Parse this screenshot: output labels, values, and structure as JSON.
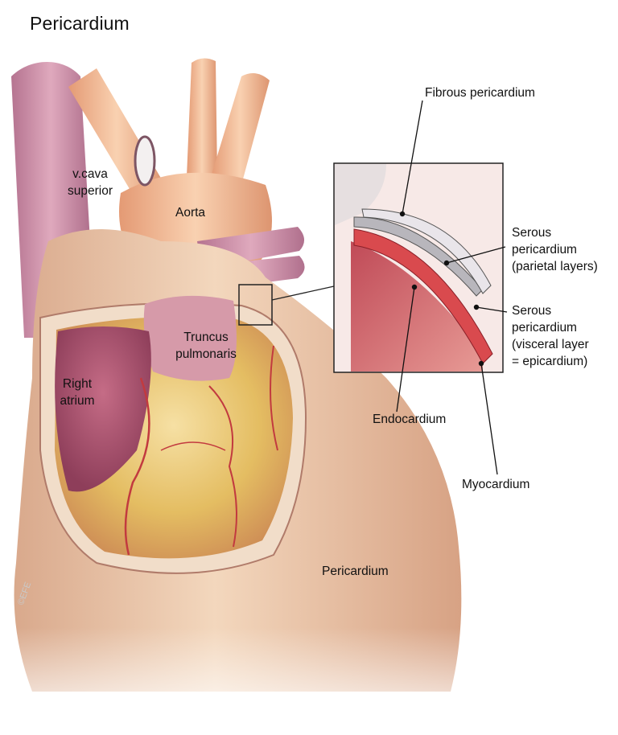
{
  "title": "Pericardium",
  "labels": {
    "fibrous_pericardium": "Fibrous pericardium",
    "v_cava_superior": [
      "v.cava",
      "superior"
    ],
    "aorta": "Aorta",
    "serous_parietal": [
      "Serous",
      "pericardium",
      "(parietal layers)"
    ],
    "serous_visceral": [
      "Serous",
      "pericardium",
      "(visceral layer",
      "= epicardium)"
    ],
    "truncus_pulmonaris": [
      "Truncus",
      "pulmonaris"
    ],
    "right_atrium": [
      "Right",
      "atrium"
    ],
    "endocardium": "Endocardium",
    "myocardium": "Myocardium",
    "pericardium": "Pericardium"
  },
  "watermark": "©EFE",
  "colors": {
    "pericardium_sac": "#e9c4a6",
    "vessels": "#c98aa3",
    "aorta": "#f0b78f",
    "heart_muscle": "#c9556b",
    "fat_yellow": "#e8c35a",
    "myocardium_layer": "#d94a4e"
  }
}
